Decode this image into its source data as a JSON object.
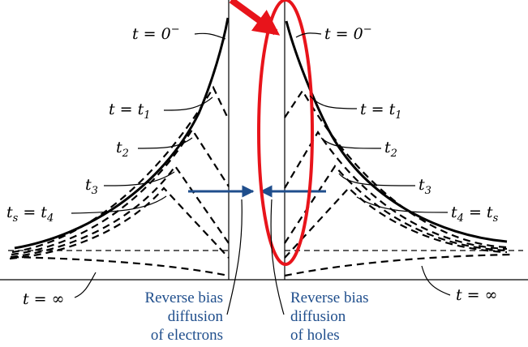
{
  "labels_left": {
    "t0": "t = 0",
    "t0_sup": "−",
    "t1": "t = t",
    "t1_sub": "1",
    "t2": "t",
    "t2_sub": "2",
    "t3": "t",
    "t3_sub": "3",
    "ts_a": "t",
    "ts_a_sub": "s",
    "ts_b": " = t",
    "ts_b_sub": "4",
    "tinf": "t = ∞"
  },
  "labels_right": {
    "t0": "t = 0",
    "t0_sup": "−",
    "t1": "t = t",
    "t1_sub": "1",
    "t2": "t",
    "t2_sub": "2",
    "t3": "t",
    "t3_sub": "3",
    "t4_a": "t",
    "t4_a_sub": "4",
    "t4_b": " = t",
    "t4_b_sub": "s",
    "tinf": "t = ∞"
  },
  "annotations": {
    "left_line1": "Reverse bias",
    "left_line2": "diffusion",
    "left_line3": "of electrons",
    "right_line1": "Reverse bias",
    "right_line2": "diffusion",
    "right_line3": "of holes"
  },
  "colors": {
    "curve": "#000000",
    "flow_arrow": "#1f4e8c",
    "highlight": "#e8141b"
  }
}
